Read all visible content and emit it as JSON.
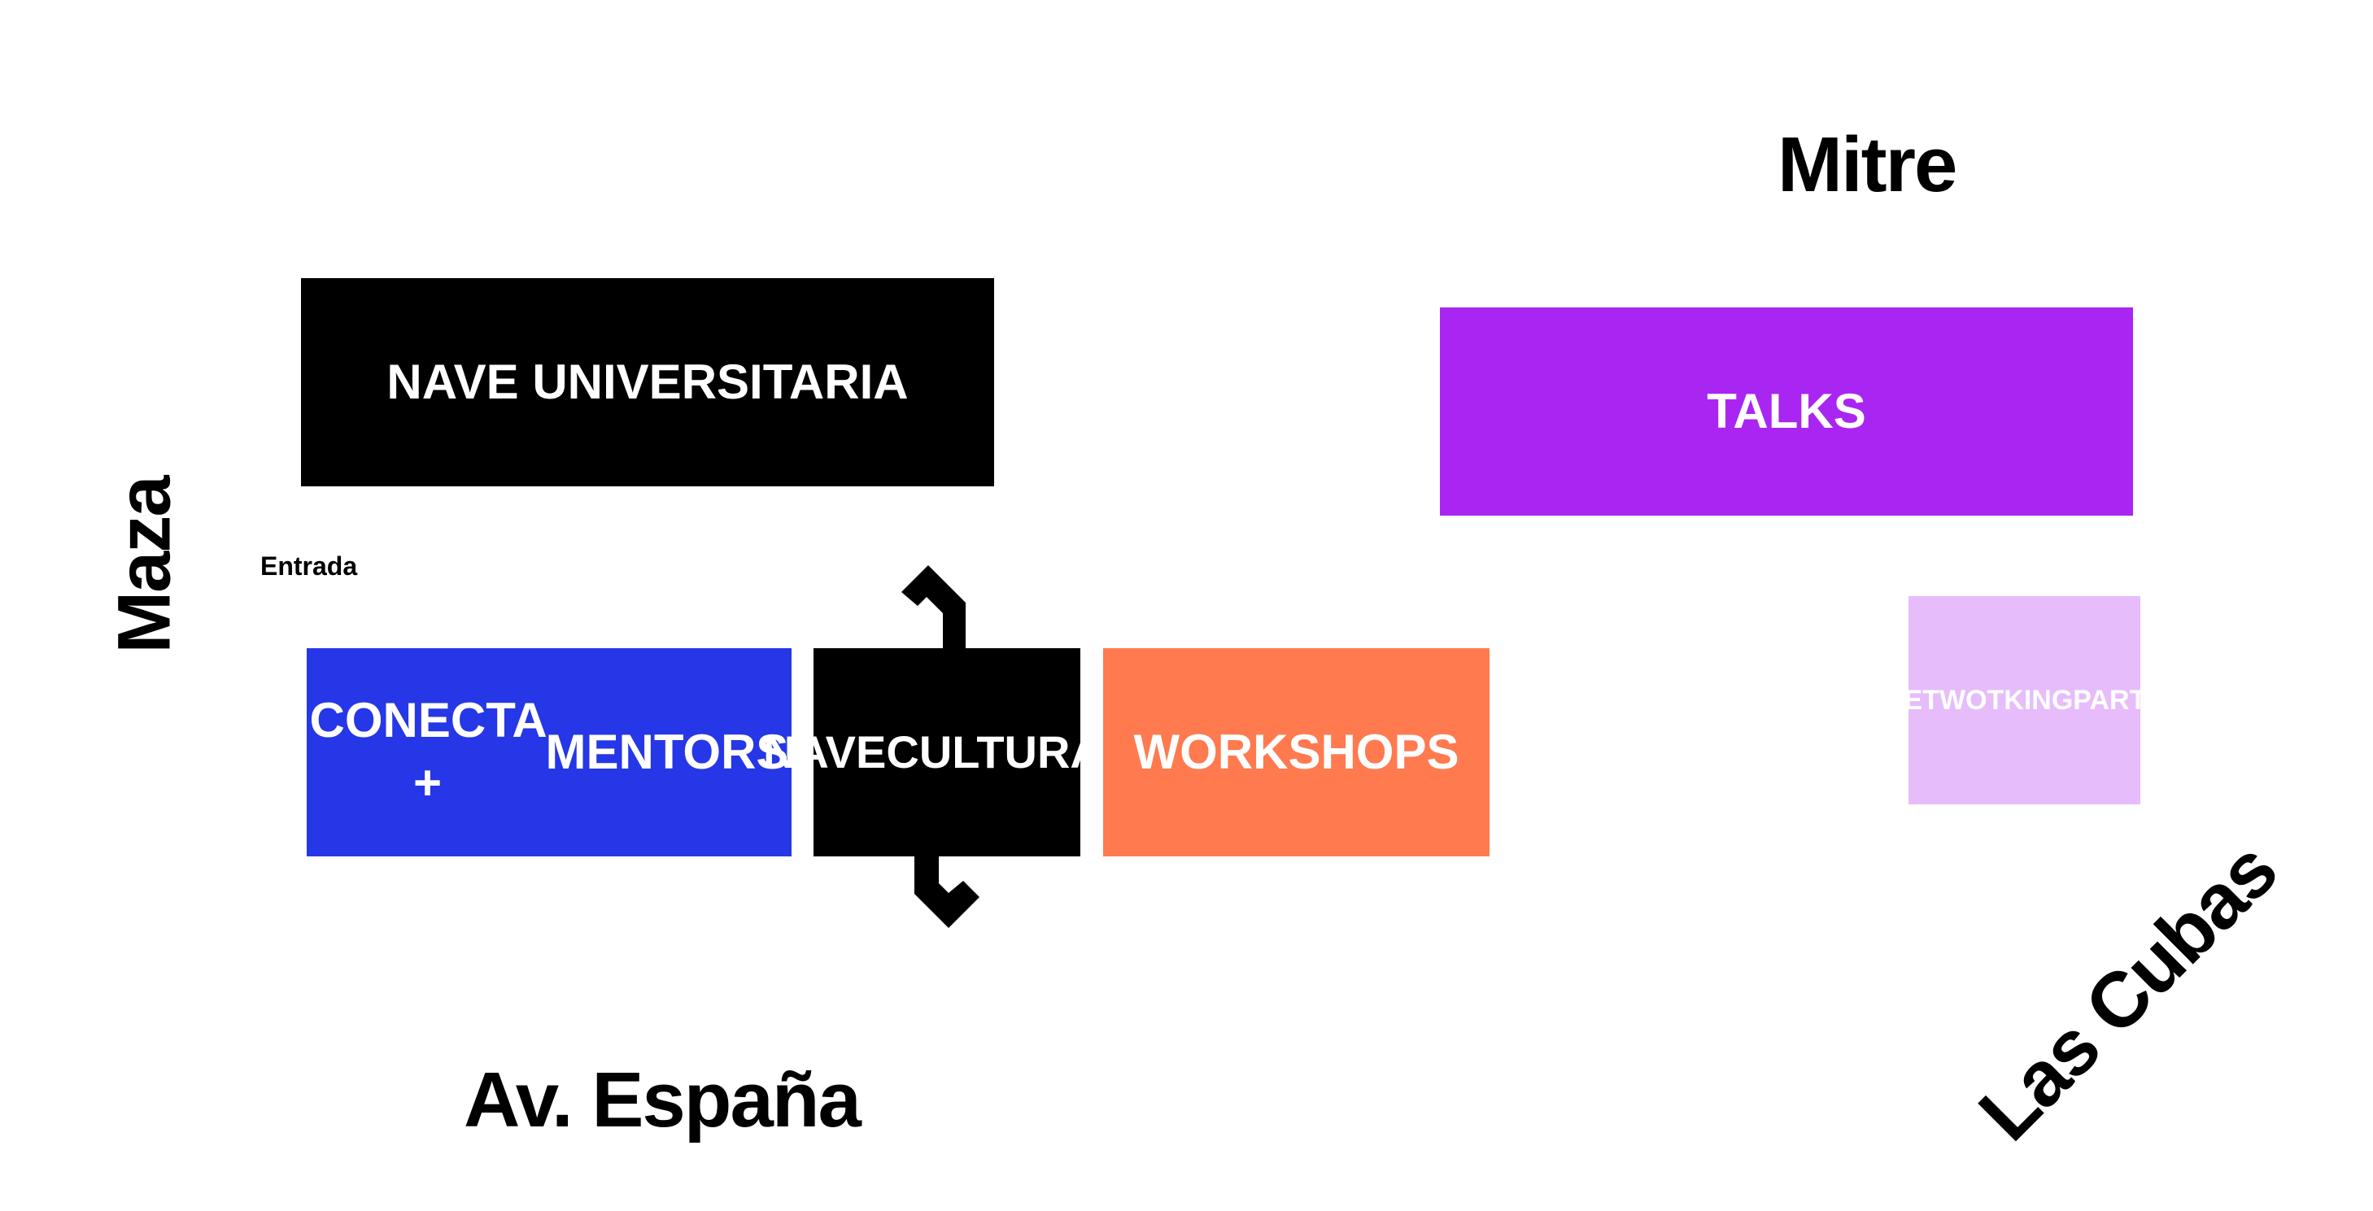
{
  "streets": {
    "north": "Mitre",
    "south": "Av. España",
    "west": "Maza",
    "east": "Las Cubas"
  },
  "entrance": "Entrada",
  "venues": {
    "universitaria": {
      "lines": [
        "NAVE UNIVERSITARIA"
      ],
      "color": "#000000",
      "text_color": "#ffffff"
    },
    "talks": {
      "lines": [
        "TALKS"
      ],
      "color": "#a926f2",
      "text_color": "#ffffff"
    },
    "conecta": {
      "lines": [
        "CONECTA +",
        "MENTORS"
      ],
      "color": "#2537e6",
      "text_color": "#ffffff"
    },
    "cultural": {
      "lines": [
        "NAVE",
        "CULTURAL"
      ],
      "color": "#000000",
      "text_color": "#ffffff"
    },
    "workshops": {
      "lines": [
        "WORKSHOPS"
      ],
      "color": "#ff7a4f",
      "text_color": "#ffffff"
    },
    "networking": {
      "lines": [
        "NETWOTKING",
        "PARTY"
      ],
      "color": "#e6bcfb",
      "text_color": "#ffffff"
    }
  }
}
